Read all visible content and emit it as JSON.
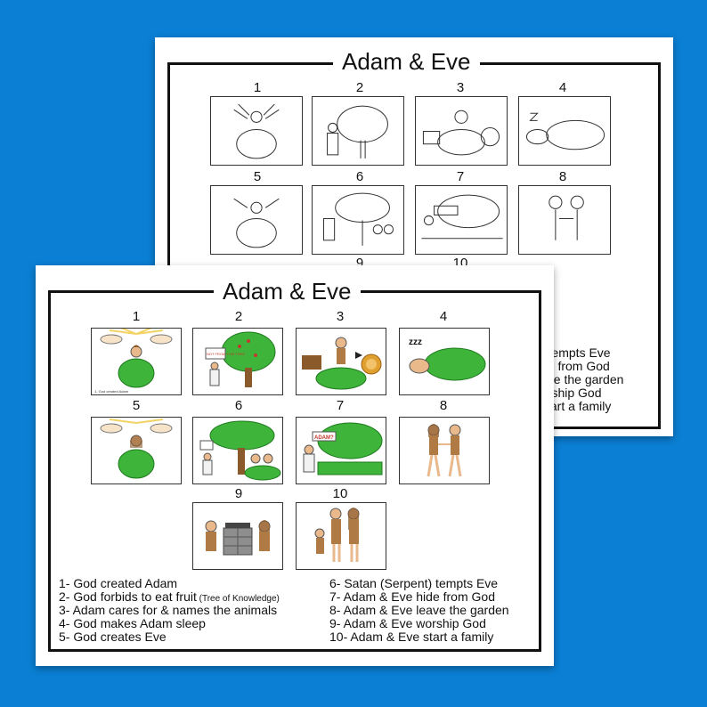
{
  "background_color": "#0b7fd4",
  "back_sheet": {
    "title": "Adam & Eve",
    "style": "black-and-white coloring version",
    "panel_numbers": [
      "1",
      "2",
      "3",
      "4",
      "5",
      "6",
      "7",
      "8",
      "9",
      "10"
    ],
    "partial_list": [
      ") tempts Eve",
      "de from God",
      "ave the garden",
      "orship God",
      "start a family"
    ]
  },
  "front_sheet": {
    "title": "Adam & Eve",
    "style": "full-color version",
    "panel_numbers": [
      "1",
      "2",
      "3",
      "4",
      "5",
      "6",
      "7",
      "8",
      "9",
      "10"
    ],
    "sign_labels": {
      "tree_sign": "NOT FROM THIS TREE",
      "adam_sign": "ADAM?"
    },
    "sleep_text": "zzz",
    "list_left": [
      {
        "main": "1- God created Adam",
        "extra": ""
      },
      {
        "main": "2- God forbids to eat fruit",
        "extra": " (Tree of Knowledge)"
      },
      {
        "main": "3- Adam cares for & names the animals",
        "extra": ""
      },
      {
        "main": "4- God makes Adam sleep",
        "extra": ""
      },
      {
        "main": "5- God creates Eve",
        "extra": ""
      }
    ],
    "list_right": [
      "6- Satan (Serpent) tempts Eve",
      "7- Adam & Eve hide from God",
      "8- Adam & Eve leave the garden",
      "9- Adam & Eve worship God",
      "10- Adam & Eve start a family"
    ]
  },
  "colors": {
    "leaf_green": "#3fb43a",
    "trunk_brown": "#8a5a2b",
    "skin": "#e9b98c",
    "rays": "#f3d266"
  }
}
